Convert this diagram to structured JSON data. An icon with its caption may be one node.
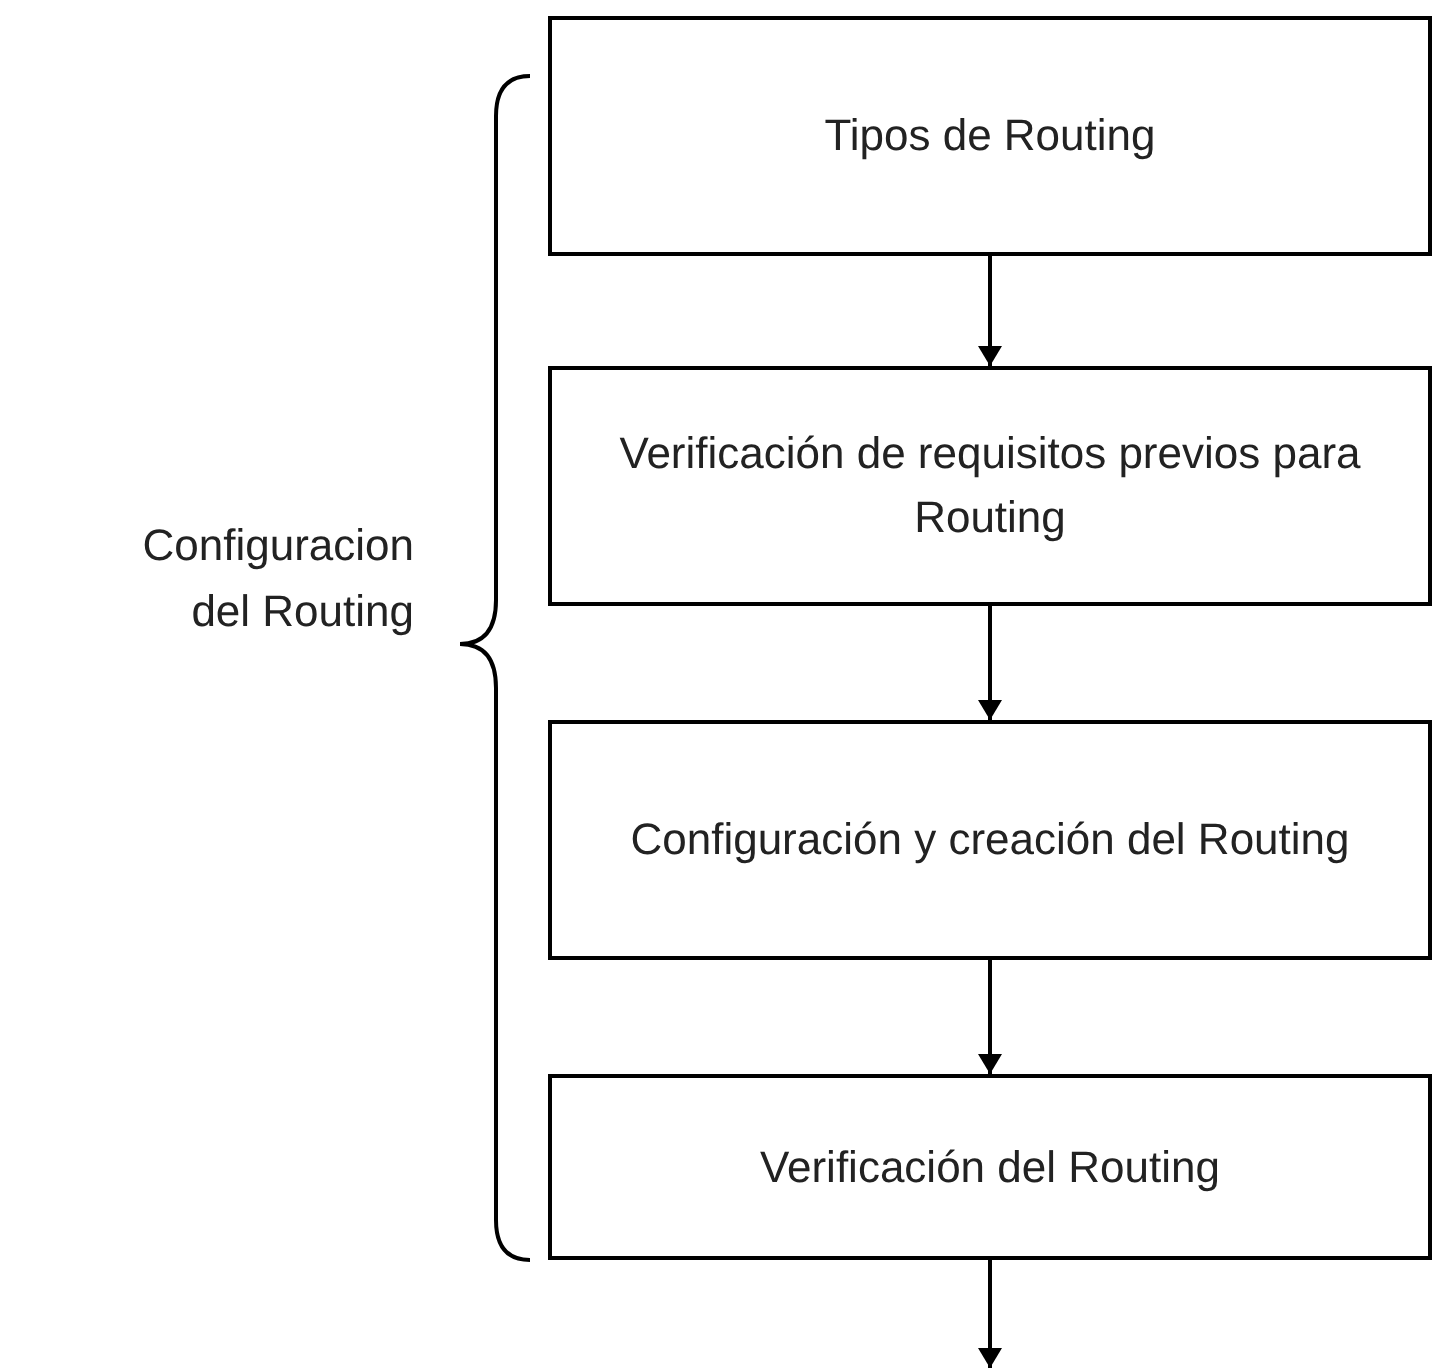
{
  "diagram": {
    "nodes": [
      {
        "text": [
          "Tipos de Routing"
        ]
      },
      {
        "text": [
          "Verificación de requisitos previos para Routing"
        ]
      },
      {
        "text": [
          "Configuración y creación del Routing"
        ]
      },
      {
        "text": [
          "Verificación del Routing"
        ]
      }
    ],
    "edges": [
      {
        "from": 0,
        "to": 1,
        "arrow": "to"
      },
      {
        "from": 1,
        "to": 2,
        "arrow": "to"
      },
      {
        "from": 2,
        "to": 3,
        "arrow": "to"
      },
      {
        "from": 3,
        "to": null,
        "arrow": "to"
      }
    ],
    "labels": [
      "Configuracion del Routing"
    ]
  }
}
